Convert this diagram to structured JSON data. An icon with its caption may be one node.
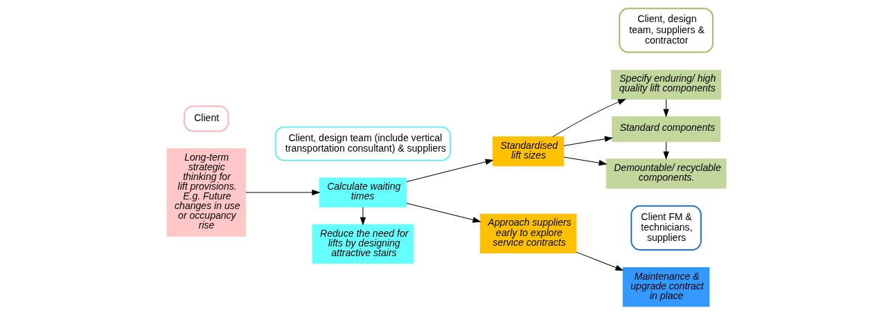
{
  "diagram": {
    "nodes": [
      {
        "text": [
          "Client"
        ]
      },
      {
        "text": [
          "Client, design team (include vertical transportation consultant) & suppliers"
        ]
      },
      {
        "text": [
          "Client, design team, suppliers & contractor"
        ]
      },
      {
        "text": [
          "Client FM & technicians, suppliers"
        ]
      },
      {
        "text": [
          "Long-term strategic thinking for lift provisions. E.g. Future changes in use or occupancy rise"
        ]
      },
      {
        "text": [
          "Calculate waiting times"
        ]
      },
      {
        "text": [
          "Reduce the need for lifts by designing attractive stairs"
        ]
      },
      {
        "text": [
          "Standardised lift sizes"
        ]
      },
      {
        "text": [
          "Approach suppliers early to explore service contracts"
        ]
      },
      {
        "text": [
          "Specify enduring/ high quality lift components"
        ]
      },
      {
        "text": [
          "Standard components"
        ]
      },
      {
        "text": [
          "Demountable/ recyclable components."
        ]
      },
      {
        "text": [
          "Maintenance & upgrade contract in place"
        ]
      }
    ],
    "edges": [
      {
        "from": 4,
        "to": 5,
        "arrow": "to"
      },
      {
        "from": 5,
        "to": 6,
        "arrow": "to"
      },
      {
        "from": 5,
        "to": 7,
        "arrow": "to"
      },
      {
        "from": 5,
        "to": 8,
        "arrow": "to"
      },
      {
        "from": 7,
        "to": 9,
        "arrow": "to"
      },
      {
        "from": 7,
        "to": 10,
        "arrow": "to"
      },
      {
        "from": 7,
        "to": 11,
        "arrow": "to"
      },
      {
        "from": 9,
        "to": 10,
        "arrow": "to"
      },
      {
        "from": 10,
        "to": 11,
        "arrow": "to"
      },
      {
        "from": 8,
        "to": 12,
        "arrow": "to"
      }
    ]
  }
}
